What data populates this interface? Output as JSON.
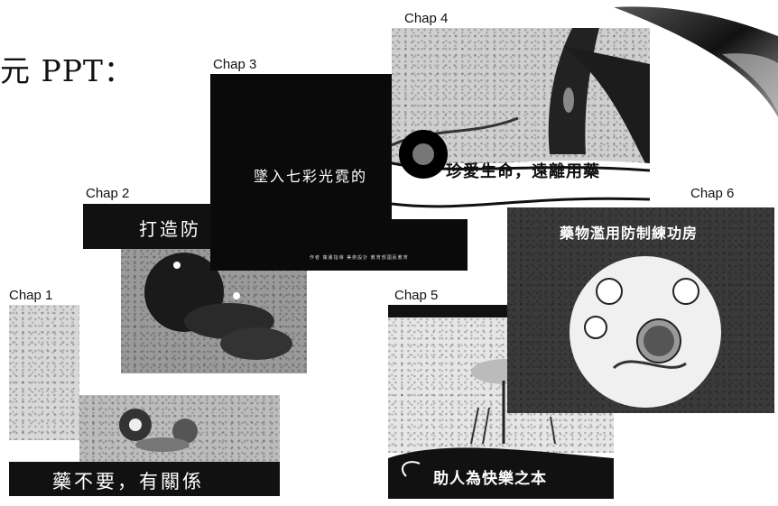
{
  "page_title_fragment": "元 PPT：",
  "slides": [
    {
      "chapter": "Chap 1",
      "caption": "藥不要，有關係"
    },
    {
      "chapter": "Chap 2",
      "caption": "打造防"
    },
    {
      "chapter": "Chap 3",
      "caption": "墜入七彩光霓的",
      "footer": "作者 策畫指導 美術設計 教育部國民教育"
    },
    {
      "chapter": "Chap 4",
      "caption": "珍愛生命，遠離用藥"
    },
    {
      "chapter": "Chap 5",
      "caption": "助人為快樂之本"
    },
    {
      "chapter": "Chap 6",
      "caption": "藥物濫用防制練功房"
    }
  ]
}
